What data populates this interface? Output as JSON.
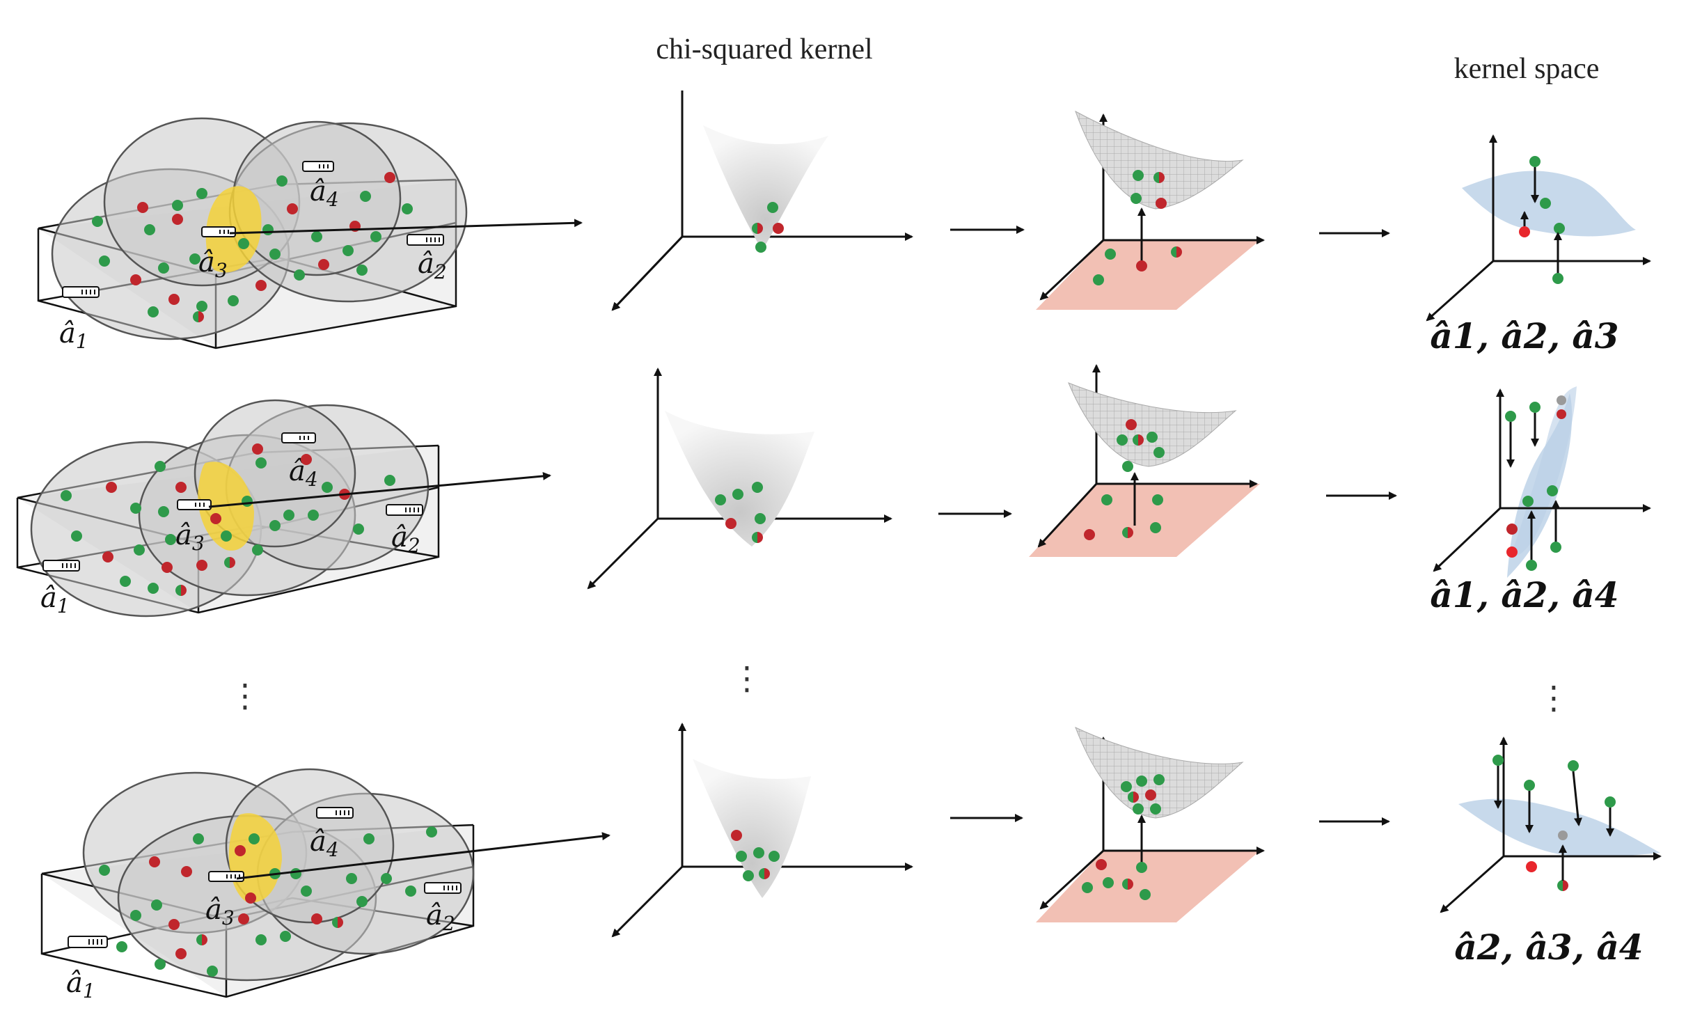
{
  "headers": {
    "kernel": "chi-squared kernel",
    "space": "kernel space"
  },
  "ap_labels": {
    "a1": "â",
    "a1_sub": "1",
    "a2": "â",
    "a2_sub": "2",
    "a3": "â",
    "a3_sub": "3",
    "a4": "â",
    "a4_sub": "4"
  },
  "rows": [
    {
      "combo": "â1, â2, â3"
    },
    {
      "combo": "â1, â2, â4"
    },
    {
      "combo": "â2, â3, â4"
    }
  ],
  "ellipsis": "⋮",
  "colors": {
    "green": "#2e9a4a",
    "red": "#c0262c",
    "overlap": "#f5d23a",
    "plane": "#f2c0b4",
    "manifold": "#b9cfe6",
    "sphere": "#c9c9c9"
  }
}
